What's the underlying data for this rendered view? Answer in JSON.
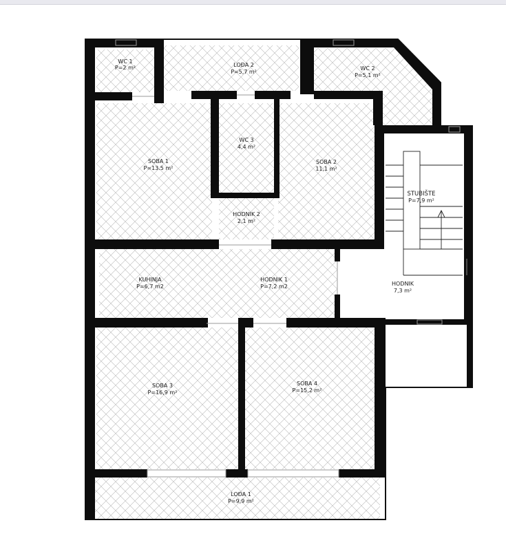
{
  "plan": {
    "rooms": [
      {
        "id": "wc1",
        "name": "WC 1",
        "area": "P=2 m²"
      },
      {
        "id": "lodja2",
        "name": "LOĐA 2",
        "area": "P=5,7 m²"
      },
      {
        "id": "wc2",
        "name": "WC 2",
        "area": "P=5,1 m²"
      },
      {
        "id": "soba1",
        "name": "SOBA 1",
        "area": "P=13.5 m²"
      },
      {
        "id": "wc3",
        "name": "WC 3",
        "area": "4,4 m²"
      },
      {
        "id": "soba2",
        "name": "SOBA 2",
        "area": "11,1 m²"
      },
      {
        "id": "stubiste",
        "name": "STUBIŠTE",
        "area": "P=7,9 m²"
      },
      {
        "id": "hodnik2",
        "name": "HODNIK 2",
        "area": "2,1 m²"
      },
      {
        "id": "kuhinja",
        "name": "KUHINJA",
        "area": "P=6,7 m2"
      },
      {
        "id": "hodnik1",
        "name": "HODNIK 1",
        "area": "P=7,2 m2"
      },
      {
        "id": "hodnik",
        "name": "HODNIK",
        "area": "7,3 m²"
      },
      {
        "id": "soba3",
        "name": "SOBA 3",
        "area": "P=16,9 m²"
      },
      {
        "id": "soba4",
        "name": "SOBA 4",
        "area": "P=15,2 m²"
      },
      {
        "id": "lodja1",
        "name": "LOĐA 1",
        "area": "P=9,9 m²"
      }
    ]
  }
}
